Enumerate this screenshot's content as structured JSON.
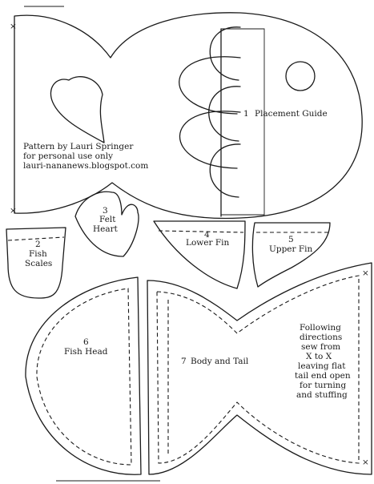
{
  "credits": {
    "line1": "Pattern by Lauri Springer",
    "line2": "for personal use only",
    "line3": "lauri-nananews.blogspot.com"
  },
  "pieces": {
    "placement": {
      "number": "1",
      "label": "Placement Guide"
    },
    "scales": {
      "number": "2",
      "line1": "Fish",
      "line2": "Scales"
    },
    "heart": {
      "number": "3",
      "line1": "Felt",
      "line2": "Heart"
    },
    "lower_fin": {
      "number": "4",
      "label": "Lower Fin"
    },
    "upper_fin": {
      "number": "5",
      "label": "Upper Fin"
    },
    "head": {
      "number": "6",
      "label": "Fish Head"
    },
    "body": {
      "number": "7",
      "label": "Body and Tail"
    }
  },
  "instructions": {
    "line1": "Following",
    "line2": "directions",
    "line3": "sew from",
    "line4": "X to X",
    "line5": "leaving flat",
    "line6": "tail end open",
    "line7": "for turning",
    "line8": "and stuffing"
  },
  "markers": {
    "x": "×"
  }
}
